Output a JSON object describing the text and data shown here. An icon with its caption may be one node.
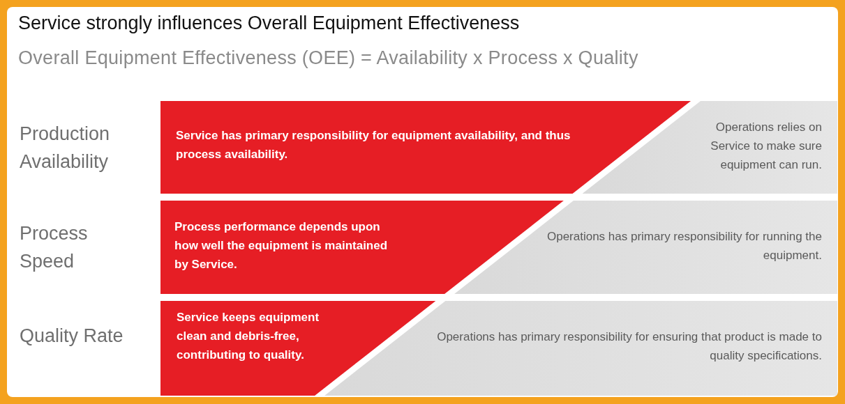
{
  "diagram": {
    "title": "Service strongly influences Overall Equipment Effectiveness",
    "nodes": [
      {
        "text": [
          "Service has primary responsibility for equipment availability, and thus process availability."
        ]
      },
      {
        "text": [
          "Operations relies on Service to make sure equipment can run."
        ]
      },
      {
        "text": [
          "Process performance depends upon how well the equipment is maintained by Service."
        ]
      },
      {
        "text": [
          "Operations has primary responsibility for running the equipment."
        ]
      },
      {
        "text": [
          "Service keeps equipment clean and debris-free, contributing to quality."
        ]
      },
      {
        "text": [
          "Operations has primary responsibility for ensuring that product is made to quality specifications."
        ]
      }
    ],
    "labels": [
      "Overall Equipment Effectiveness (OEE) = Availability x Process x Quality",
      "Production Availability",
      "Process Speed",
      "Quality Rate"
    ]
  }
}
